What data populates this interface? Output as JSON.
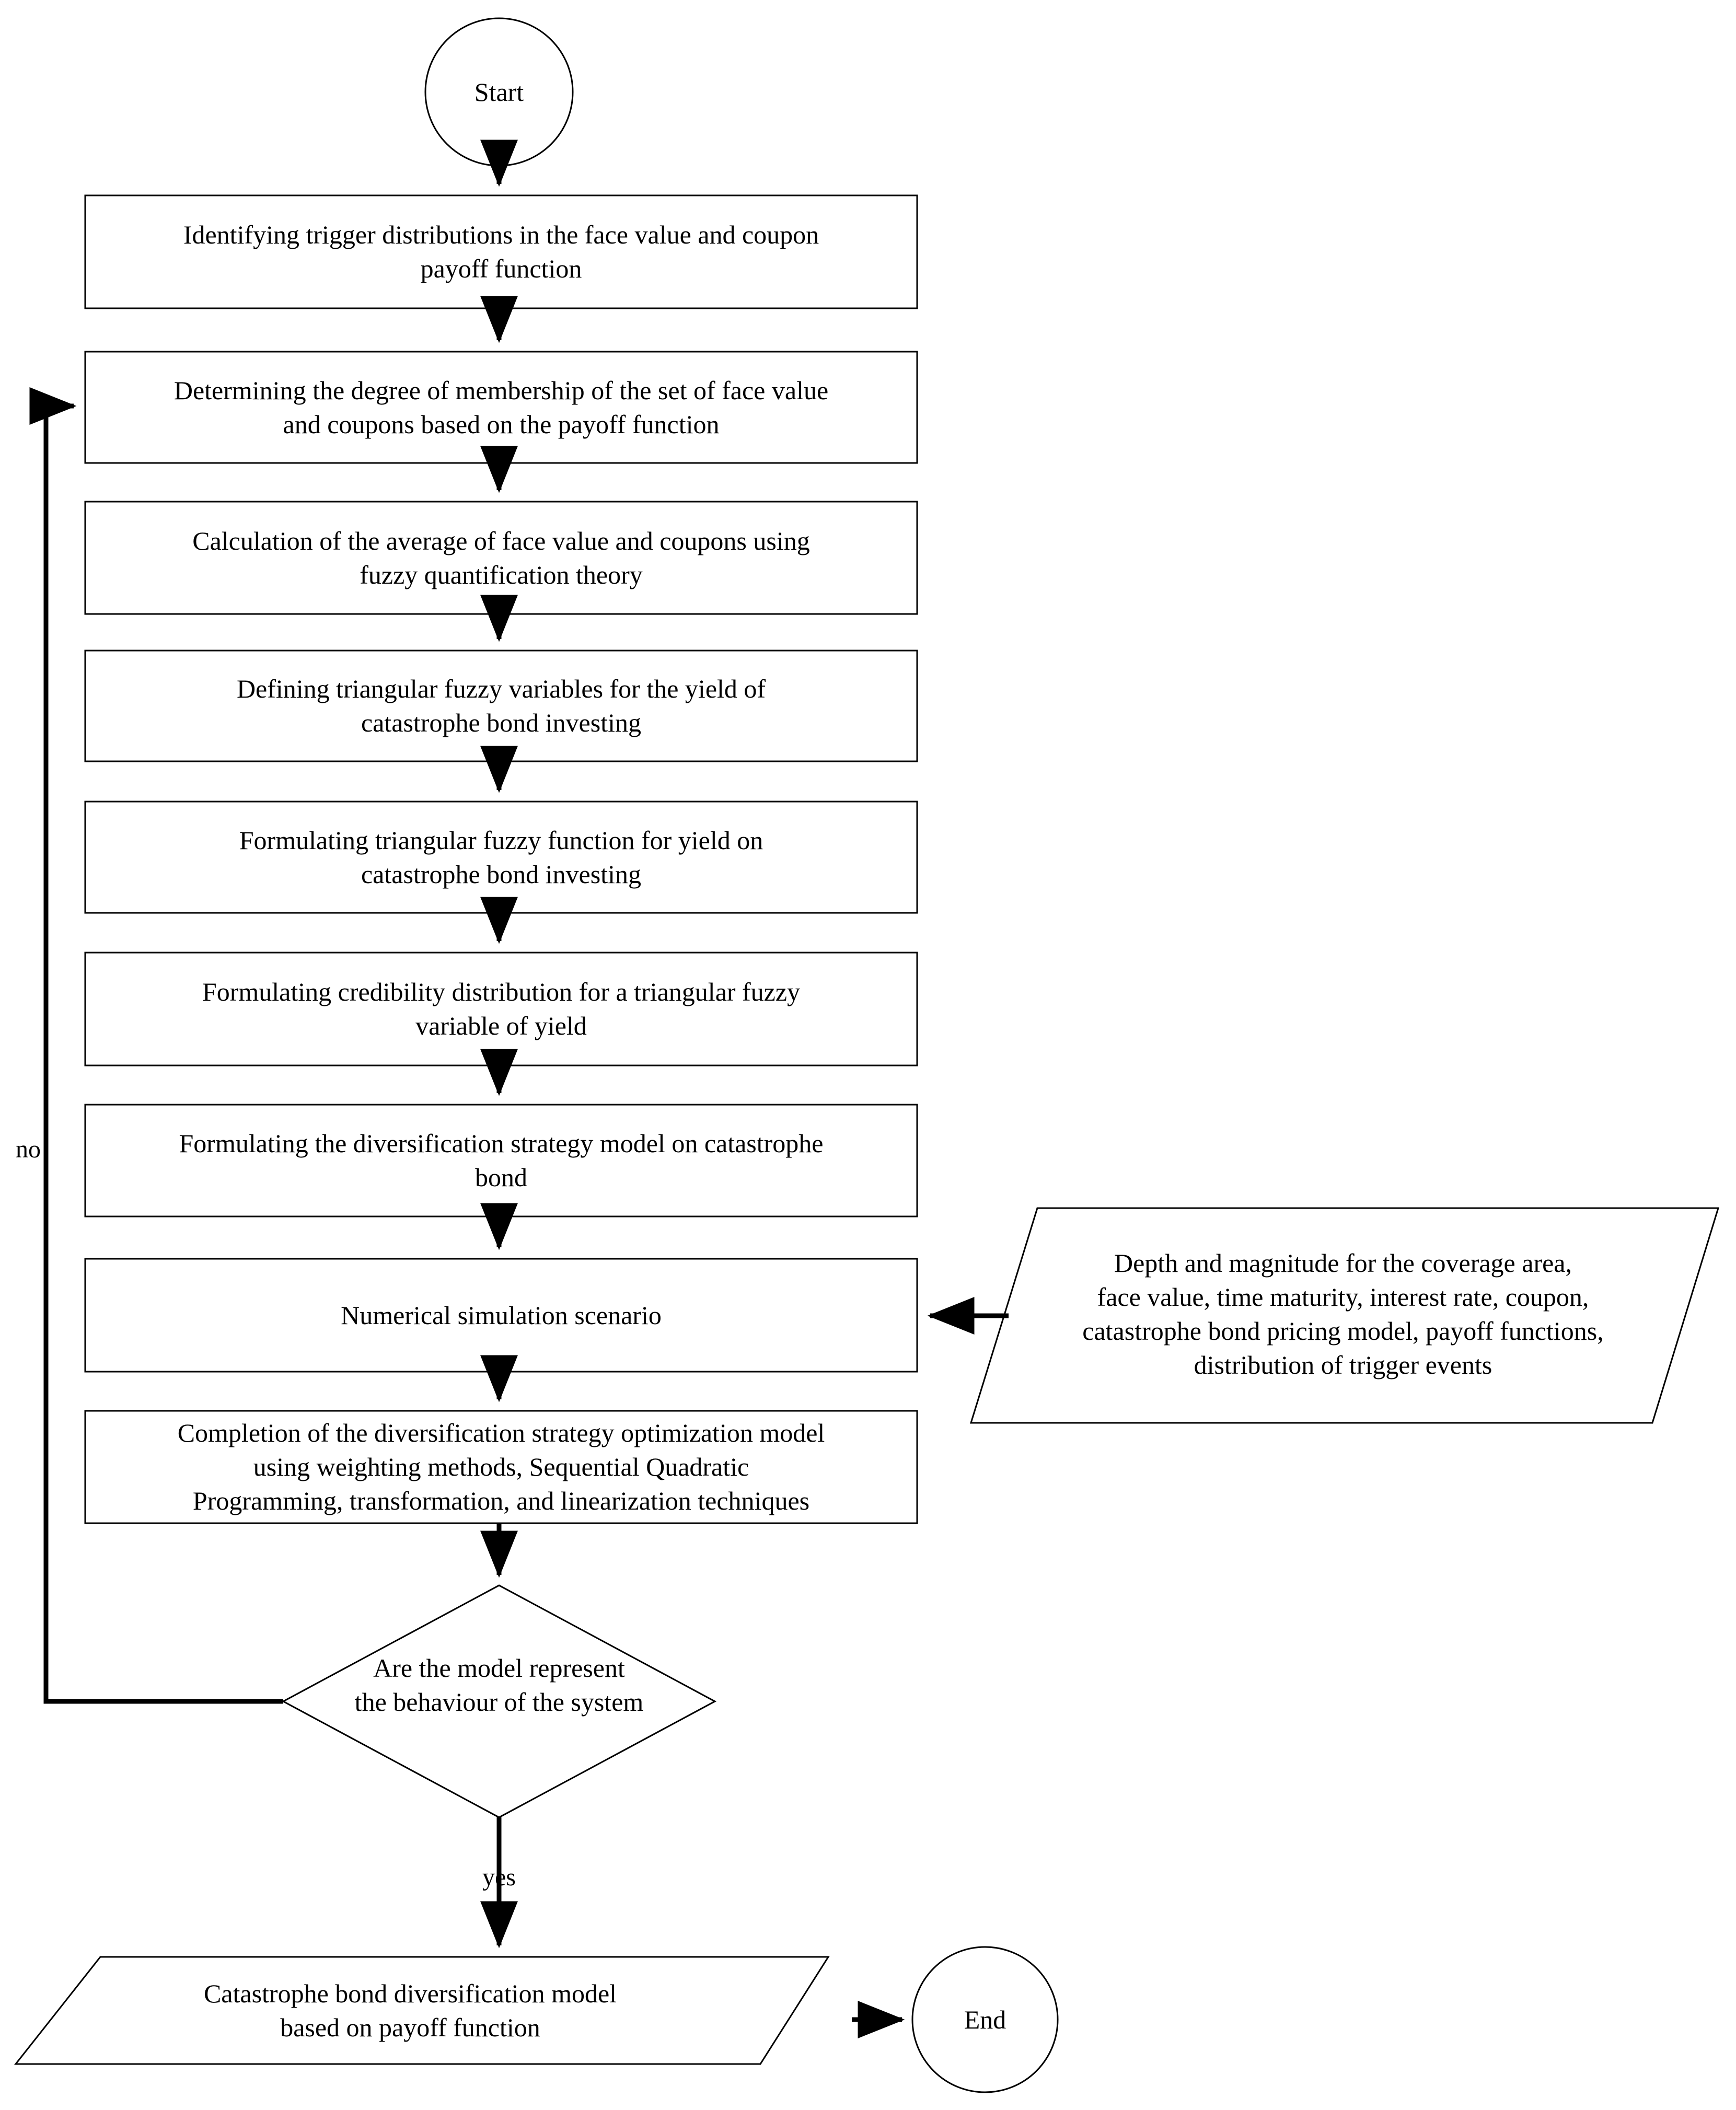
{
  "diagram": {
    "title": "Catastrophe bond diversification model flowchart",
    "stroke_color": "#000000",
    "fill_color": "#ffffff",
    "background_color": "#ffffff"
  },
  "nodes": {
    "start": {
      "label": "Start",
      "shape": "circle"
    },
    "step1": {
      "label": "Identifying trigger distributions in the face value and coupon\npayoff function",
      "shape": "process"
    },
    "step2": {
      "label": "Determining the degree of membership of the set of face value\nand coupons based on the payoff function",
      "shape": "process"
    },
    "step3": {
      "label": "Calculation of the average of face value and coupons using\nfuzzy quantification theory",
      "shape": "process"
    },
    "step4": {
      "label": "Defining triangular fuzzy variables for the yield of\ncatastrophe bond investing",
      "shape": "process"
    },
    "step5": {
      "label": "Formulating triangular fuzzy function for yield on\ncatastrophe bond investing",
      "shape": "process"
    },
    "step6": {
      "label": "Formulating credibility distribution for a triangular fuzzy\nvariable of yield",
      "shape": "process"
    },
    "step7": {
      "label": "Formulating the diversification strategy model on catastrophe\nbond",
      "shape": "process"
    },
    "step8": {
      "label": "Numerical simulation scenario",
      "shape": "process"
    },
    "step9": {
      "label": "Completion of the diversification strategy optimization model\nusing weighting methods, Sequential Quadratic\nProgramming, transformation, and linearization techniques",
      "shape": "process"
    },
    "decision": {
      "label": "Are the model represent\nthe behaviour of the system",
      "shape": "diamond"
    },
    "input_data": {
      "label": "Depth and magnitude for the coverage area,\nface value, time maturity, interest rate, coupon,\ncatastrophe bond pricing model, payoff functions,\ndistribution of trigger events",
      "shape": "parallelogram"
    },
    "output_data": {
      "label": "Catastrophe bond diversification model\nbased on payoff function",
      "shape": "parallelogram"
    },
    "end": {
      "label": "End",
      "shape": "circle"
    }
  },
  "edges": {
    "no_label": "no",
    "yes_label": "yes"
  }
}
